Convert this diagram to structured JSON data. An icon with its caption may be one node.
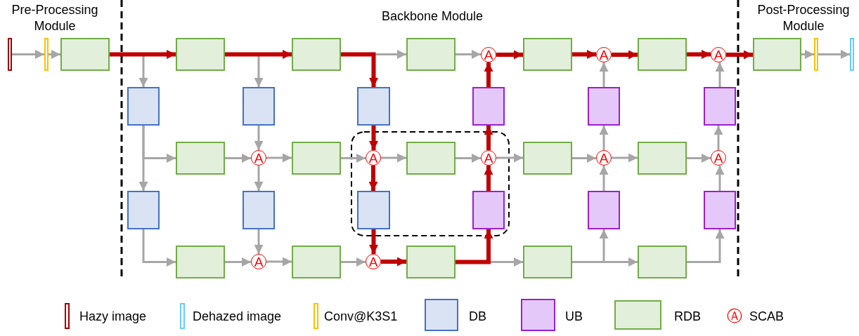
{
  "diagram": {
    "nodes": [
      {
        "text": [],
        "shape": "bar"
      },
      {
        "text": [],
        "shape": "bar"
      },
      {
        "text": [],
        "shape": "box"
      },
      {
        "text": [],
        "shape": "box"
      },
      {
        "text": [],
        "shape": "box"
      },
      {
        "text": [],
        "shape": "box"
      },
      {
        "text": [
          "A"
        ]
      },
      {
        "text": [],
        "shape": "box"
      },
      {
        "text": [
          "A"
        ]
      },
      {
        "text": [],
        "shape": "box"
      },
      {
        "text": [
          "A"
        ]
      },
      {
        "text": [],
        "shape": "box"
      },
      {
        "text": [],
        "shape": "bar"
      },
      {
        "text": [],
        "shape": "bar"
      },
      {
        "text": [],
        "shape": "box"
      },
      {
        "text": [],
        "shape": "box"
      },
      {
        "text": [],
        "shape": "box"
      },
      {
        "text": [],
        "shape": "box"
      },
      {
        "text": [],
        "shape": "box"
      },
      {
        "text": [],
        "shape": "box"
      },
      {
        "text": [],
        "shape": "box"
      },
      {
        "text": [
          "A"
        ]
      },
      {
        "text": [],
        "shape": "box"
      },
      {
        "text": [
          "A"
        ]
      },
      {
        "text": [],
        "shape": "box"
      },
      {
        "text": [
          "A"
        ]
      },
      {
        "text": [],
        "shape": "box"
      },
      {
        "text": [
          "A"
        ]
      },
      {
        "text": [],
        "shape": "box"
      },
      {
        "text": [
          "A"
        ]
      },
      {
        "text": [],
        "shape": "box"
      },
      {
        "text": [],
        "shape": "box"
      },
      {
        "text": [],
        "shape": "box"
      },
      {
        "text": [],
        "shape": "box"
      },
      {
        "text": [],
        "shape": "box"
      },
      {
        "text": [],
        "shape": "box"
      },
      {
        "text": [],
        "shape": "box"
      },
      {
        "text": [
          "A"
        ]
      },
      {
        "text": [],
        "shape": "box"
      },
      {
        "text": [
          "A"
        ]
      },
      {
        "text": [],
        "shape": "box"
      },
      {
        "text": [],
        "shape": "box"
      },
      {
        "text": [],
        "shape": "box"
      }
    ],
    "edges": [
      {
        "from": 0,
        "to": 1,
        "arrow": "to"
      },
      {
        "from": 1,
        "to": 2,
        "arrow": "to"
      },
      {
        "from": 2,
        "to": 3,
        "arrow": "to",
        "style": "thick",
        "color": "#c00000"
      },
      {
        "from": 2,
        "to": 14,
        "arrow": "to"
      },
      {
        "from": 3,
        "to": 4,
        "arrow": "to",
        "style": "thick",
        "color": "#c00000"
      },
      {
        "from": 3,
        "to": 15,
        "arrow": "to"
      },
      {
        "from": 4,
        "to": 5,
        "arrow": "to"
      },
      {
        "from": 4,
        "to": 16,
        "arrow": "to",
        "style": "thick",
        "color": "#c00000"
      },
      {
        "from": 5,
        "to": 6,
        "arrow": "to"
      },
      {
        "from": 6,
        "to": 7,
        "arrow": "to",
        "style": "thick",
        "color": "#c00000"
      },
      {
        "from": 17,
        "to": 6,
        "arrow": "to",
        "style": "thick",
        "color": "#c00000"
      },
      {
        "from": 7,
        "to": 8,
        "arrow": "to",
        "style": "thick",
        "color": "#c00000"
      },
      {
        "from": 8,
        "to": 9,
        "arrow": "to",
        "style": "thick",
        "color": "#c00000"
      },
      {
        "from": 18,
        "to": 8,
        "arrow": "to"
      },
      {
        "from": 9,
        "to": 10,
        "arrow": "to",
        "style": "thick",
        "color": "#c00000"
      },
      {
        "from": 19,
        "to": 10,
        "arrow": "to"
      },
      {
        "from": 10,
        "to": 11,
        "arrow": "to",
        "style": "thick",
        "color": "#c00000"
      },
      {
        "from": 11,
        "to": 12,
        "arrow": "to"
      },
      {
        "from": 12,
        "to": 13,
        "arrow": "to"
      },
      {
        "from": 14,
        "to": 20,
        "arrow": "to"
      },
      {
        "from": 14,
        "to": 30,
        "arrow": "to"
      },
      {
        "from": 15,
        "to": 21,
        "arrow": "to"
      },
      {
        "from": 20,
        "to": 21,
        "arrow": "to"
      },
      {
        "from": 21,
        "to": 22,
        "arrow": "to"
      },
      {
        "from": 21,
        "to": 31,
        "arrow": "to"
      },
      {
        "from": 22,
        "to": 23,
        "arrow": "to"
      },
      {
        "from": 16,
        "to": 23,
        "arrow": "to",
        "style": "thick",
        "color": "#c00000"
      },
      {
        "from": 23,
        "to": 24,
        "arrow": "to"
      },
      {
        "from": 23,
        "to": 32,
        "arrow": "to",
        "style": "thick",
        "color": "#c00000"
      },
      {
        "from": 24,
        "to": 25,
        "arrow": "to"
      },
      {
        "from": 25,
        "to": 17,
        "arrow": "to",
        "style": "thick",
        "color": "#c00000"
      },
      {
        "from": 25,
        "to": 26,
        "arrow": "to"
      },
      {
        "from": 26,
        "to": 27,
        "arrow": "to"
      },
      {
        "from": 27,
        "to": 18,
        "arrow": "to"
      },
      {
        "from": 34,
        "to": 27,
        "arrow": "to"
      },
      {
        "from": 27,
        "to": 28,
        "arrow": "to"
      },
      {
        "from": 28,
        "to": 29,
        "arrow": "to"
      },
      {
        "from": 29,
        "to": 19,
        "arrow": "to"
      },
      {
        "from": 35,
        "to": 29,
        "arrow": "to"
      },
      {
        "from": 30,
        "to": 36,
        "arrow": "to"
      },
      {
        "from": 31,
        "to": 37,
        "arrow": "to"
      },
      {
        "from": 36,
        "to": 37,
        "arrow": "to"
      },
      {
        "from": 37,
        "to": 38,
        "arrow": "to"
      },
      {
        "from": 38,
        "to": 39,
        "arrow": "to"
      },
      {
        "from": 32,
        "to": 39,
        "arrow": "to",
        "style": "thick",
        "color": "#c00000"
      },
      {
        "from": 39,
        "to": 40,
        "arrow": "to",
        "style": "thick",
        "color": "#c00000"
      },
      {
        "from": 40,
        "to": 33,
        "arrow": "to",
        "style": "thick",
        "color": "#c00000"
      },
      {
        "from": 33,
        "to": 25,
        "arrow": "to",
        "style": "thick",
        "color": "#c00000"
      },
      {
        "from": 40,
        "to": 41,
        "arrow": "to"
      },
      {
        "from": 41,
        "to": 34,
        "arrow": "to"
      },
      {
        "from": 41,
        "to": 42,
        "arrow": "to"
      },
      {
        "from": 42,
        "to": 35,
        "arrow": "to"
      }
    ],
    "labels": [
      "Pre-Processing Module",
      "Backbone Module",
      "Post-Processing Module",
      "Ⓐ"
    ],
    "legend": [
      {
        "text": "Hazy image"
      },
      {
        "text": "Dehazed image"
      },
      {
        "text": "Conv@K3S1"
      },
      {
        "text": "DB",
        "color": "#dae3f3"
      },
      {
        "text": "UB",
        "color": "#e5c8fa"
      },
      {
        "text": "RDB",
        "color": "#e2efda"
      },
      {
        "text": "SCAB"
      }
    ]
  }
}
